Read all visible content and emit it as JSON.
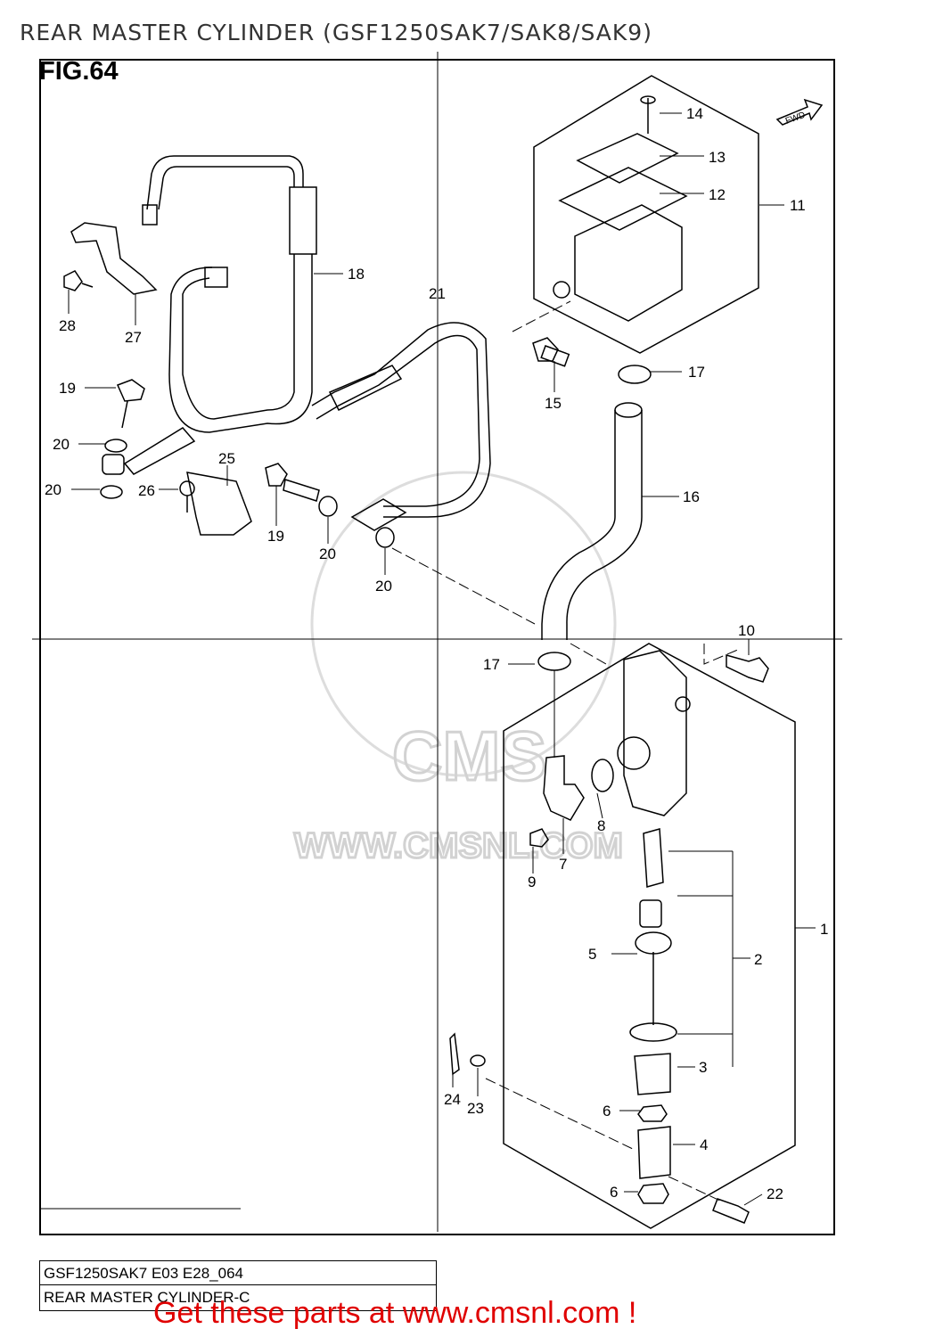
{
  "page": {
    "title": "REAR MASTER CYLINDER (GSF1250SAK7/SAK8/SAK9)",
    "figure_label": "FIG.64",
    "fwd_label": "FWD"
  },
  "watermark": {
    "logo_text": "CMS",
    "url_text": "WWW.CMSNL.COM"
  },
  "callouts": [
    "1",
    "2",
    "3",
    "4",
    "5",
    "6",
    "6",
    "7",
    "8",
    "9",
    "10",
    "11",
    "12",
    "13",
    "14",
    "15",
    "16",
    "17",
    "17",
    "18",
    "19",
    "19",
    "20",
    "20",
    "20",
    "20",
    "21",
    "22",
    "23",
    "24",
    "25",
    "26",
    "27",
    "28"
  ],
  "footer": {
    "code": "GSF1250SAK7 E03 E28_064",
    "name": "REAR MASTER CYLINDER-C",
    "cta": "Get these parts at www.cmsnl.com !"
  },
  "colors": {
    "cta": "#e00000",
    "line": "#000000",
    "watermark": "#d2d2d2"
  }
}
